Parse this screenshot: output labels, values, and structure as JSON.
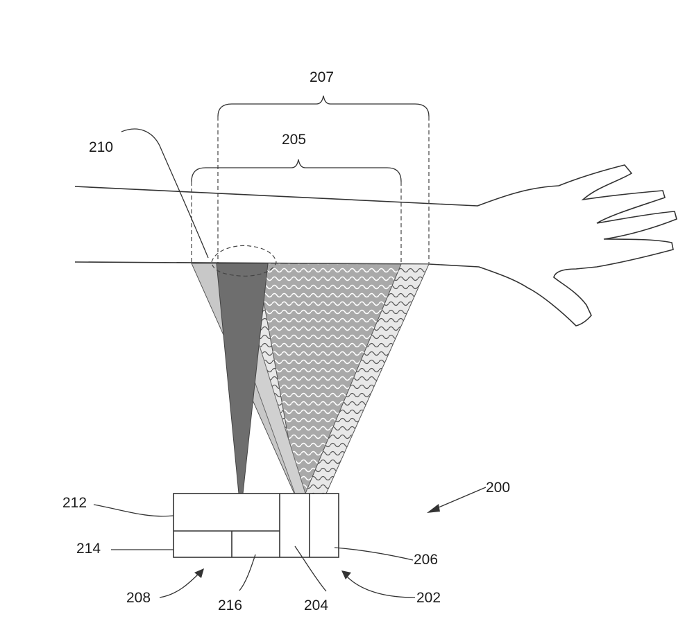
{
  "labels": {
    "ref_200": "200",
    "ref_202": "202",
    "ref_204": "204",
    "ref_205": "205",
    "ref_206": "206",
    "ref_207": "207",
    "ref_208": "208",
    "ref_210": "210",
    "ref_212": "212",
    "ref_214": "214",
    "ref_216": "216"
  },
  "colors": {
    "light_beam": "#c8c8c8",
    "dark_beam": "#6e6e6e",
    "textured_beam": "#a9a9a9",
    "outline": "#333333"
  }
}
